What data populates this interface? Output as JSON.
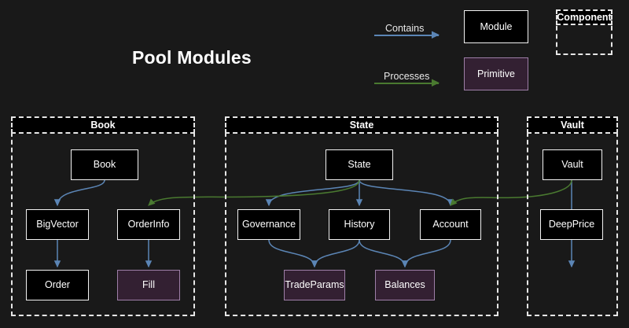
{
  "title": "Pool Modules",
  "colors": {
    "background": "#191919",
    "module_fill": "#000000",
    "module_border": "#f2f2f2",
    "primitive_fill": "#332032",
    "primitive_border": "#9e7fa8",
    "contains_arrow": "#5b85b5",
    "processes_arrow": "#3f6b2a",
    "component_border": "#e6e6e6",
    "text": "#ffffff"
  },
  "legend": {
    "edges": [
      {
        "label": "Contains",
        "color": "#5b85b5"
      },
      {
        "label": "Processes",
        "color": "#3f6b2a"
      }
    ],
    "nodes": [
      {
        "label": "Module",
        "kind": "module"
      },
      {
        "label": "Primitive",
        "kind": "primitive"
      }
    ],
    "component": {
      "label": "Component",
      "kind": "component"
    }
  },
  "components": [
    {
      "name": "Book",
      "nodes": [
        {
          "label": "Book",
          "kind": "module"
        },
        {
          "label": "BigVector",
          "kind": "module"
        },
        {
          "label": "OrderInfo",
          "kind": "module"
        },
        {
          "label": "Order",
          "kind": "module"
        },
        {
          "label": "Fill",
          "kind": "primitive"
        }
      ]
    },
    {
      "name": "State",
      "nodes": [
        {
          "label": "State",
          "kind": "module"
        },
        {
          "label": "Governance",
          "kind": "module"
        },
        {
          "label": "History",
          "kind": "module"
        },
        {
          "label": "Account",
          "kind": "module"
        },
        {
          "label": "TradeParams",
          "kind": "primitive"
        },
        {
          "label": "Balances",
          "kind": "primitive"
        }
      ]
    },
    {
      "name": "Vault",
      "nodes": [
        {
          "label": "Vault",
          "kind": "module"
        },
        {
          "label": "DeepPrice",
          "kind": "module"
        }
      ]
    }
  ],
  "edges": [
    {
      "from": "Book",
      "to": "BigVector",
      "type": "Contains"
    },
    {
      "from": "BigVector",
      "to": "Order",
      "type": "Contains"
    },
    {
      "from": "OrderInfo",
      "to": "Fill",
      "type": "Contains"
    },
    {
      "from": "State",
      "to": "Governance",
      "type": "Contains"
    },
    {
      "from": "State",
      "to": "History",
      "type": "Contains"
    },
    {
      "from": "State",
      "to": "Account",
      "type": "Contains"
    },
    {
      "from": "Governance",
      "to": "TradeParams",
      "type": "Contains"
    },
    {
      "from": "History",
      "to": "TradeParams",
      "type": "Contains"
    },
    {
      "from": "History",
      "to": "Balances",
      "type": "Contains"
    },
    {
      "from": "Account",
      "to": "Balances",
      "type": "Contains"
    },
    {
      "from": "Vault",
      "to": "DeepPrice",
      "type": "Contains"
    },
    {
      "from": "State",
      "to": "OrderInfo",
      "type": "Processes"
    },
    {
      "from": "Vault",
      "to": "Account",
      "type": "Processes"
    }
  ]
}
